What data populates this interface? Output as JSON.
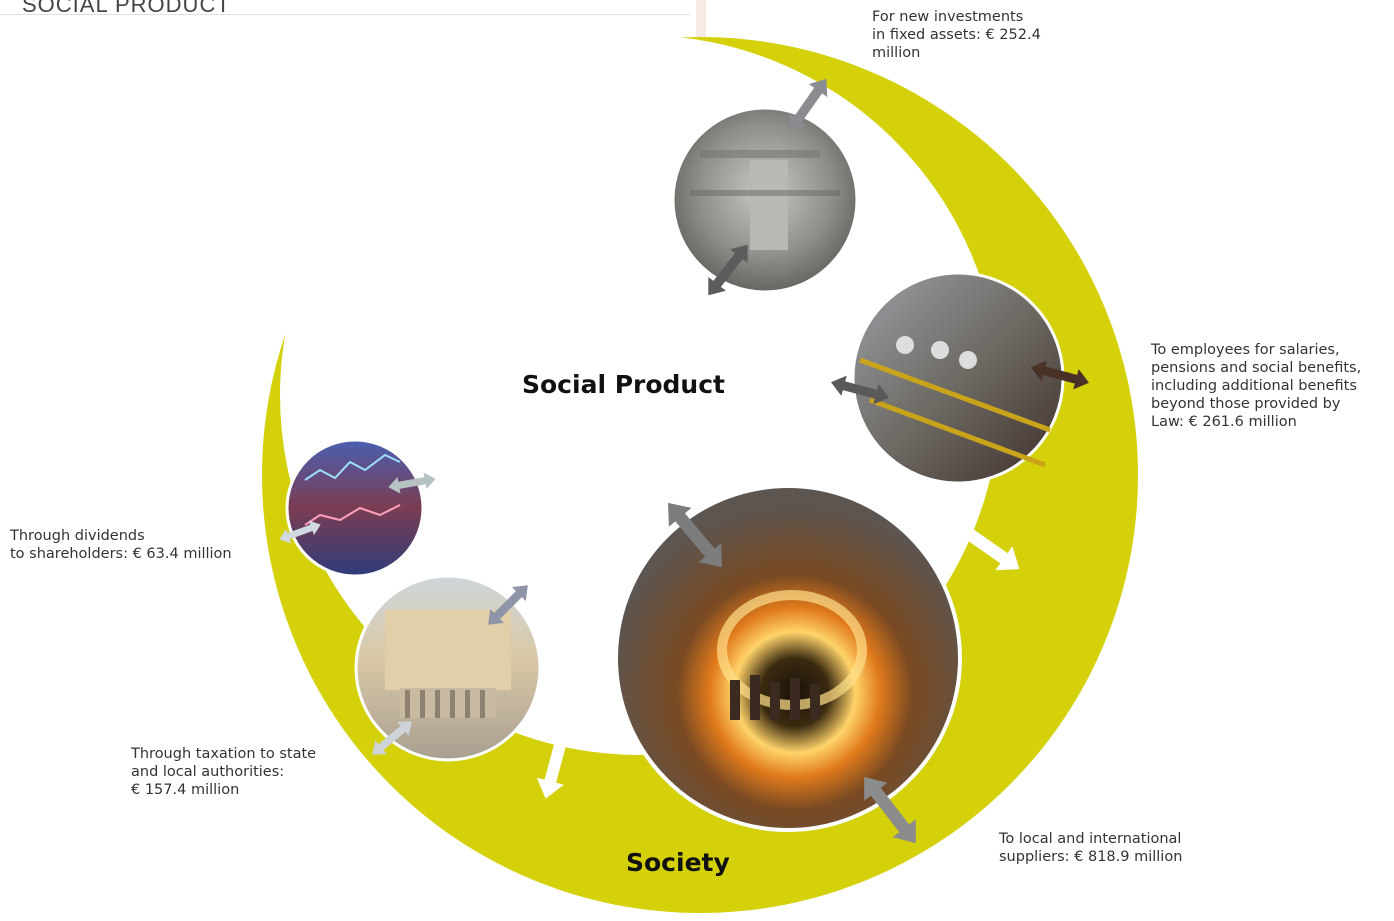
{
  "header": {
    "title": "SOCIAL PRODUCT"
  },
  "diagram": {
    "center_label": "Social Product",
    "outer_label": "Society",
    "ring_color": "#d4d10a",
    "flows": [
      {
        "id": "investments",
        "text": "For new investments\nin fixed assets: € 252.4\nmillion"
      },
      {
        "id": "employees",
        "text": "To employees for salaries,\npensions and social benefits,\nincluding additional benefits\nbeyond those provided by\nLaw: € 261.6 million"
      },
      {
        "id": "dividends",
        "text": "Through dividends\nto shareholders: € 63.4 million"
      },
      {
        "id": "taxation",
        "text": "Through taxation to state\nand local authorities:\n€  157.4 million"
      },
      {
        "id": "suppliers",
        "text": "To local and international\nsuppliers: € 818.9 million"
      }
    ],
    "photos": [
      {
        "name": "construction-site-photo"
      },
      {
        "name": "workers-on-scaffold-photo"
      },
      {
        "name": "stock-exchange-screens-photo"
      },
      {
        "name": "parliament-building-photo"
      },
      {
        "name": "tunnel-workers-photo"
      }
    ]
  }
}
